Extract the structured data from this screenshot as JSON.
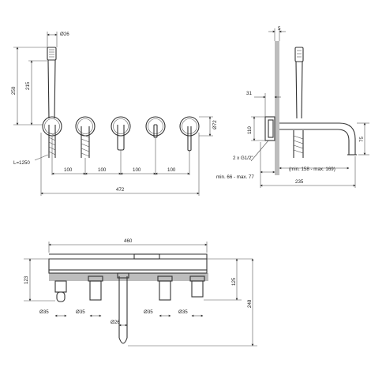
{
  "front_view": {
    "dia_hand": "Ø26",
    "h_total": "250",
    "h_hand": "215",
    "hose": "L=1250",
    "dia_flange": "Ø72",
    "spacings": [
      "100",
      "100",
      "100",
      "100"
    ],
    "width": "472"
  },
  "side_view": {
    "top": "5",
    "depth": "31",
    "height": "110",
    "spout_h": "75",
    "thread": "2 x G1/2\"",
    "range_in": "min. 66 - max. 77",
    "range_out": "(min. 158 - max. 169)",
    "spout_len": "235"
  },
  "bottom_view": {
    "width": "460",
    "h_left": "123",
    "h_right": "125",
    "h_total": "248",
    "dias": [
      "Ø35",
      "Ø35",
      "Ø26",
      "Ø35",
      "Ø35"
    ]
  }
}
